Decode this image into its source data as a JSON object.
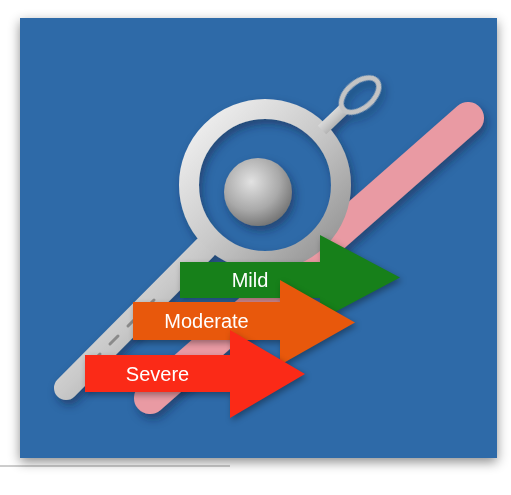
{
  "diagram": {
    "nodes": [
      {
        "text": [
          "Mild"
        ]
      },
      {
        "text": [
          "Moderate"
        ]
      },
      {
        "text": [
          "Severe"
        ]
      }
    ]
  }
}
